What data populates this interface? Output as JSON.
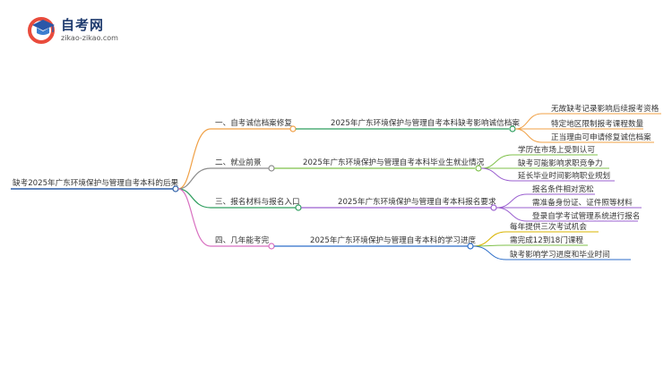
{
  "logo": {
    "title": "自考网",
    "domain": "zikao-zikao.com",
    "icon": "graduation-cap-icon"
  },
  "colors": {
    "root": "#2d5fa8",
    "branch1": "#f0a045",
    "branch2": "#8c8c8c",
    "branch3": "#2e9e5e",
    "branch4": "#d86fc0",
    "leaf_orange": "#f0a045",
    "leaf_green": "#7fc14a",
    "leaf_purple": "#9a5fcf",
    "leaf_yellow": "#d9b400",
    "leaf_blue": "#2d6ec9"
  },
  "mindmap": {
    "root": "缺考2025年广东环境保护与管理自考本科的后果",
    "branches": [
      {
        "label": "一、自考诚信档案修复",
        "sub": "2025年广东环境保护与管理自考本科缺考影响诚信档案",
        "leaves": [
          "无故缺考记录影响后续报考资格",
          "特定地区限制报考课程数量",
          "正当理由可申请修复诚信档案"
        ]
      },
      {
        "label": "二、就业前景",
        "sub": "2025年广东环境保护与管理自考本科毕业生就业情况",
        "leaves": [
          "学历在市场上受到认可",
          "缺考可能影响求职竞争力",
          "延长毕业时间影响职业规划"
        ]
      },
      {
        "label": "三、报名材料与报名入口",
        "sub": "2025年广东环境保护与管理自考本科报名要求",
        "leaves": [
          "报名条件相对宽松",
          "需准备身份证、证件照等材料",
          "登录自学考试管理系统进行报名"
        ]
      },
      {
        "label": "四、几年能考完",
        "sub": "2025年广东环境保护与管理自考本科的学习进度",
        "leaves": [
          "每年提供三次考试机会",
          "需完成12到18门课程",
          "缺考影响学习进度和毕业时间"
        ]
      }
    ]
  }
}
